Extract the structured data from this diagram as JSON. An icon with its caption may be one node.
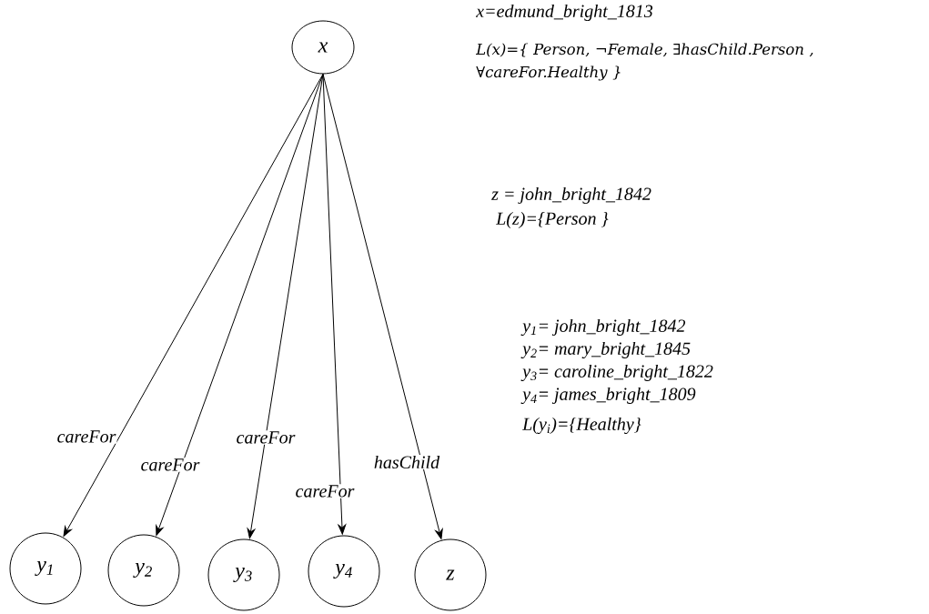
{
  "diagram": {
    "nodes": [
      {
        "text": [
          "x"
        ]
      },
      {
        "text": [
          "y$_{1}$"
        ]
      },
      {
        "text": [
          "y$_{2}$"
        ]
      },
      {
        "text": [
          "y$_{3}$"
        ]
      },
      {
        "text": [
          "y$_{4}$"
        ]
      },
      {
        "text": [
          "z"
        ]
      }
    ],
    "edges": [
      {
        "from": 0,
        "to": 1,
        "arrow": "to",
        "label": "careFor"
      },
      {
        "from": 0,
        "to": 2,
        "arrow": "to",
        "label": "careFor"
      },
      {
        "from": 0,
        "to": 3,
        "arrow": "to",
        "label": "careFor"
      },
      {
        "from": 0,
        "to": 4,
        "arrow": "to",
        "label": "careFor"
      },
      {
        "from": 0,
        "to": 5,
        "arrow": "to",
        "label": "hasChild"
      }
    ],
    "labels": [
      "x=edmund_bright_1813",
      "L(x)={ Person,  ¬Female, ∃hasChild.Person , ∀careFor.Healthy }",
      "z = john_bright_1842",
      "L(z)={Person }",
      "y$_{1}$= john_bright_1842",
      "y$_{2}$= mary_bright_1845",
      "y$_{3}$= caroline_bright_1822",
      "y$_{4}$= james_bright_1809",
      "L(y$_{i}$)={Healthy}"
    ]
  }
}
